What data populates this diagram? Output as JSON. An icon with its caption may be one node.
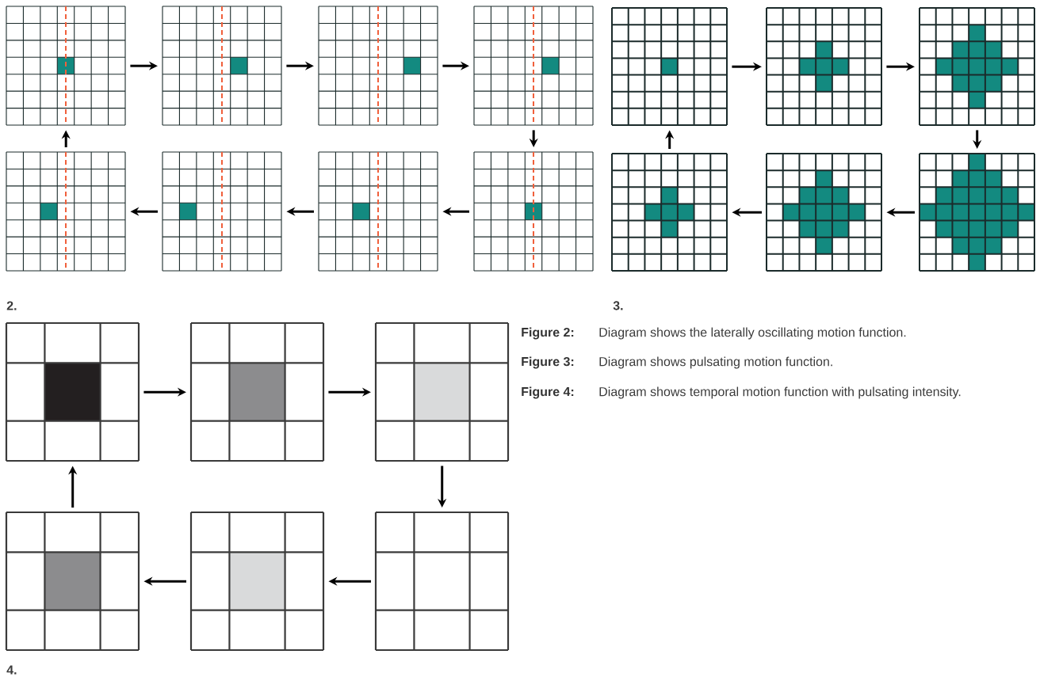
{
  "diagram": {
    "nodes": [
      {
        "text": [],
        "shape": "grid"
      },
      {
        "text": [],
        "shape": "grid"
      },
      {
        "text": [],
        "shape": "grid"
      },
      {
        "text": [],
        "shape": "grid"
      },
      {
        "text": [],
        "shape": "grid"
      },
      {
        "text": [],
        "shape": "grid"
      },
      {
        "text": [],
        "shape": "grid"
      },
      {
        "text": [],
        "shape": "grid"
      },
      {
        "text": [],
        "shape": "grid"
      },
      {
        "text": [],
        "shape": "grid"
      },
      {
        "text": [],
        "shape": "grid"
      },
      {
        "text": [],
        "shape": "grid"
      },
      {
        "text": [],
        "shape": "grid"
      },
      {
        "text": [],
        "shape": "grid"
      },
      {
        "text": [],
        "shape": "grid"
      },
      {
        "text": [],
        "shape": "grid"
      },
      {
        "text": [],
        "shape": "grid"
      },
      {
        "text": [],
        "shape": "grid"
      },
      {
        "text": [],
        "shape": "grid"
      },
      {
        "text": [],
        "shape": "grid"
      }
    ],
    "edges": [
      {
        "from": 0,
        "to": 1,
        "arrow": "to"
      },
      {
        "from": 1,
        "to": 2,
        "arrow": "to"
      },
      {
        "from": 2,
        "to": 3,
        "arrow": "to"
      },
      {
        "from": 3,
        "to": 7,
        "arrow": "to"
      },
      {
        "from": 7,
        "to": 6,
        "arrow": "to"
      },
      {
        "from": 6,
        "to": 5,
        "arrow": "to"
      },
      {
        "from": 5,
        "to": 4,
        "arrow": "to"
      },
      {
        "from": 4,
        "to": 0,
        "arrow": "to"
      },
      {
        "from": 8,
        "to": 9,
        "arrow": "to"
      },
      {
        "from": 9,
        "to": 10,
        "arrow": "to"
      },
      {
        "from": 10,
        "to": 13,
        "arrow": "to"
      },
      {
        "from": 13,
        "to": 12,
        "arrow": "to"
      },
      {
        "from": 12,
        "to": 11,
        "arrow": "to"
      },
      {
        "from": 11,
        "to": 8,
        "arrow": "to"
      },
      {
        "from": 14,
        "to": 15,
        "arrow": "to"
      },
      {
        "from": 15,
        "to": 16,
        "arrow": "to"
      },
      {
        "from": 16,
        "to": 19,
        "arrow": "to"
      },
      {
        "from": 19,
        "to": 18,
        "arrow": "to"
      },
      {
        "from": 18,
        "to": 17,
        "arrow": "to"
      },
      {
        "from": 17,
        "to": 14,
        "arrow": "to"
      }
    ],
    "labels": [
      "2.",
      "3.",
      "Figure 2:",
      "Diagram shows the laterally oscillating motion function.",
      "Figure 3:",
      "Diagram shows pulsating motion function.",
      "Figure 4:",
      "Diagram shows temporal motion function with pulsating intensity.",
      "4."
    ]
  }
}
